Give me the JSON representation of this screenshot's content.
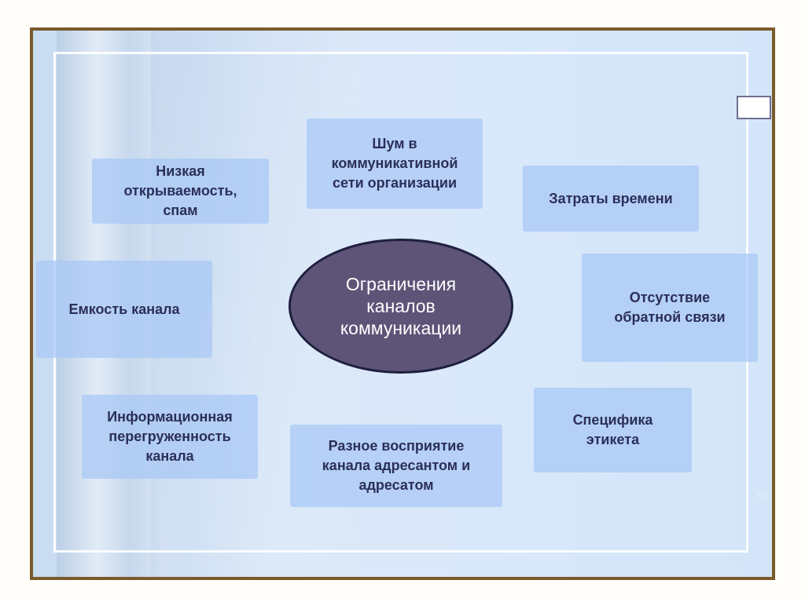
{
  "center": "Ограничения\nканалов\nкоммуникации",
  "items": [
    "Низкая\nоткрываемость,\nспам",
    "Шум в\nкоммуникативной\nсети организации",
    "Затраты времени",
    "Емкость канала",
    "Отсутствие\nобратной связи",
    "Информационная\nперегруженность\nканала",
    "Разное восприятие\nканала адресантом и\nадресатом",
    "Специфика\nэтикета"
  ],
  "slide_number": "15",
  "colors": {
    "frame": "#7a5a2c",
    "box": "#aac8f5",
    "center": "#5e5478",
    "text": "#2b2f57"
  }
}
